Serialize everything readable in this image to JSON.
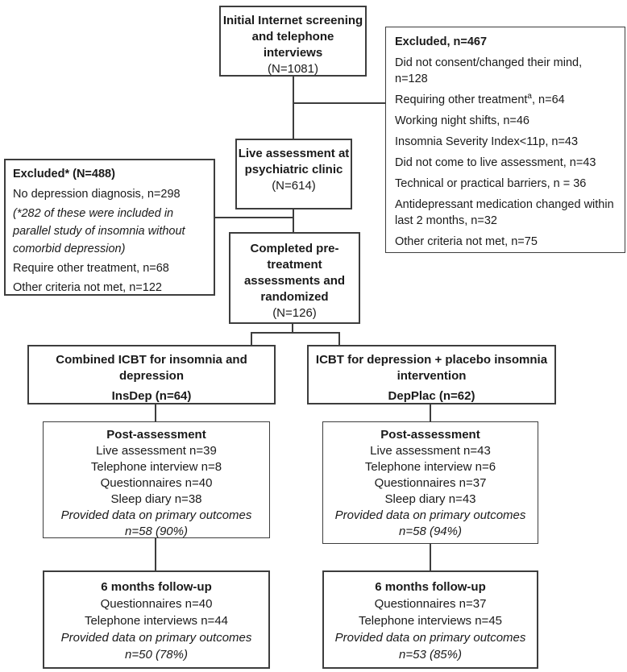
{
  "colors": {
    "background": "#ffffff",
    "border": "#3d3d3d",
    "text": "#1a1a1a"
  },
  "boxes": {
    "screening": {
      "title": "Initial Internet screening and telephone interviews",
      "n": "(N=1081)"
    },
    "excluded_right": {
      "heading": "Excluded, n=467",
      "items": [
        "Did not consent/changed their mind, n=128",
        {
          "pre": "Requiring other treatment",
          "sup": "a",
          "post": ", n=64"
        },
        "Working night shifts, n=46",
        "Insomnia Severity Index<11p, n=43",
        "Did not come to live assessment, n=43",
        "Technical or practical barriers, n = 36",
        "Antidepressant medication changed within last 2 months, n=32",
        "Other criteria not met, n=75"
      ]
    },
    "live_assessment": {
      "title": "Live assessment at psychiatric clinic",
      "n": "(N=614)"
    },
    "excluded_left": {
      "heading": "Excluded* (N=488)",
      "item1": "No depression diagnosis, n=298",
      "note": "(*282 of these were included in parallel study of insomnia without comorbid depression)",
      "item2": "Require other treatment, n=68",
      "item3": "Other criteria not met, n=122"
    },
    "randomized": {
      "title": "Completed pre-treatment assessments and randomized",
      "n": "(N=126)"
    },
    "arm_insdep": {
      "title": "Combined ICBT for insomnia and depression",
      "label": "InsDep (n=64)"
    },
    "arm_depplac": {
      "title": "ICBT for depression + placebo insomnia intervention",
      "label": "DepPlac (n=62)"
    },
    "post_insdep": {
      "heading": "Post-assessment",
      "lines": [
        "Live assessment n=39",
        "Telephone interview n=8",
        "Questionnaires n=40",
        "Sleep diary n=38"
      ],
      "italic_lines": [
        "Provided data on primary outcomes",
        "n=58 (90%)"
      ]
    },
    "post_depplac": {
      "heading": "Post-assessment",
      "lines": [
        "Live assessment n=43",
        "Telephone interview n=6",
        "Questionnaires n=37",
        "Sleep diary n=43"
      ],
      "italic_lines": [
        "Provided data on primary outcomes",
        "n=58 (94%)"
      ]
    },
    "followup_insdep": {
      "heading": "6 months follow-up",
      "lines": [
        "Questionnaires n=40",
        "Telephone interviews n=44"
      ],
      "italic_lines": [
        "Provided data on primary outcomes",
        "n=50 (78%)"
      ]
    },
    "followup_depplac": {
      "heading": "6 months follow-up",
      "lines": [
        "Questionnaires n=37",
        "Telephone interviews n=45"
      ],
      "italic_lines": [
        "Provided data on primary outcomes",
        "n=53 (85%)"
      ]
    }
  }
}
